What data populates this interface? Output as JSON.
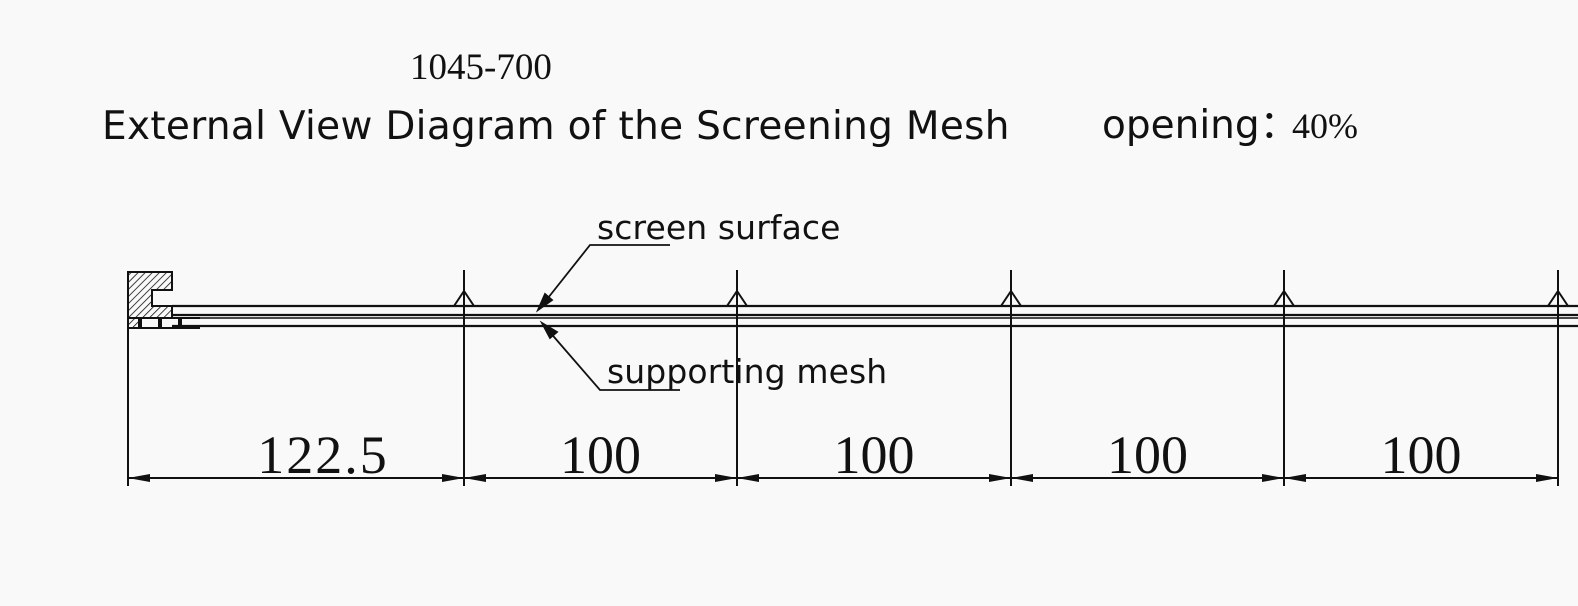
{
  "header": {
    "code": "1045-700",
    "title": "External View Diagram of the Screening Mesh",
    "opening_label": "opening：",
    "opening_value": "40%"
  },
  "callouts": {
    "screen_surface": "screen surface",
    "supporting_mesh": "supporting mesh"
  },
  "dimensions": [
    "122.5",
    "100",
    "100",
    "100",
    "100"
  ]
}
